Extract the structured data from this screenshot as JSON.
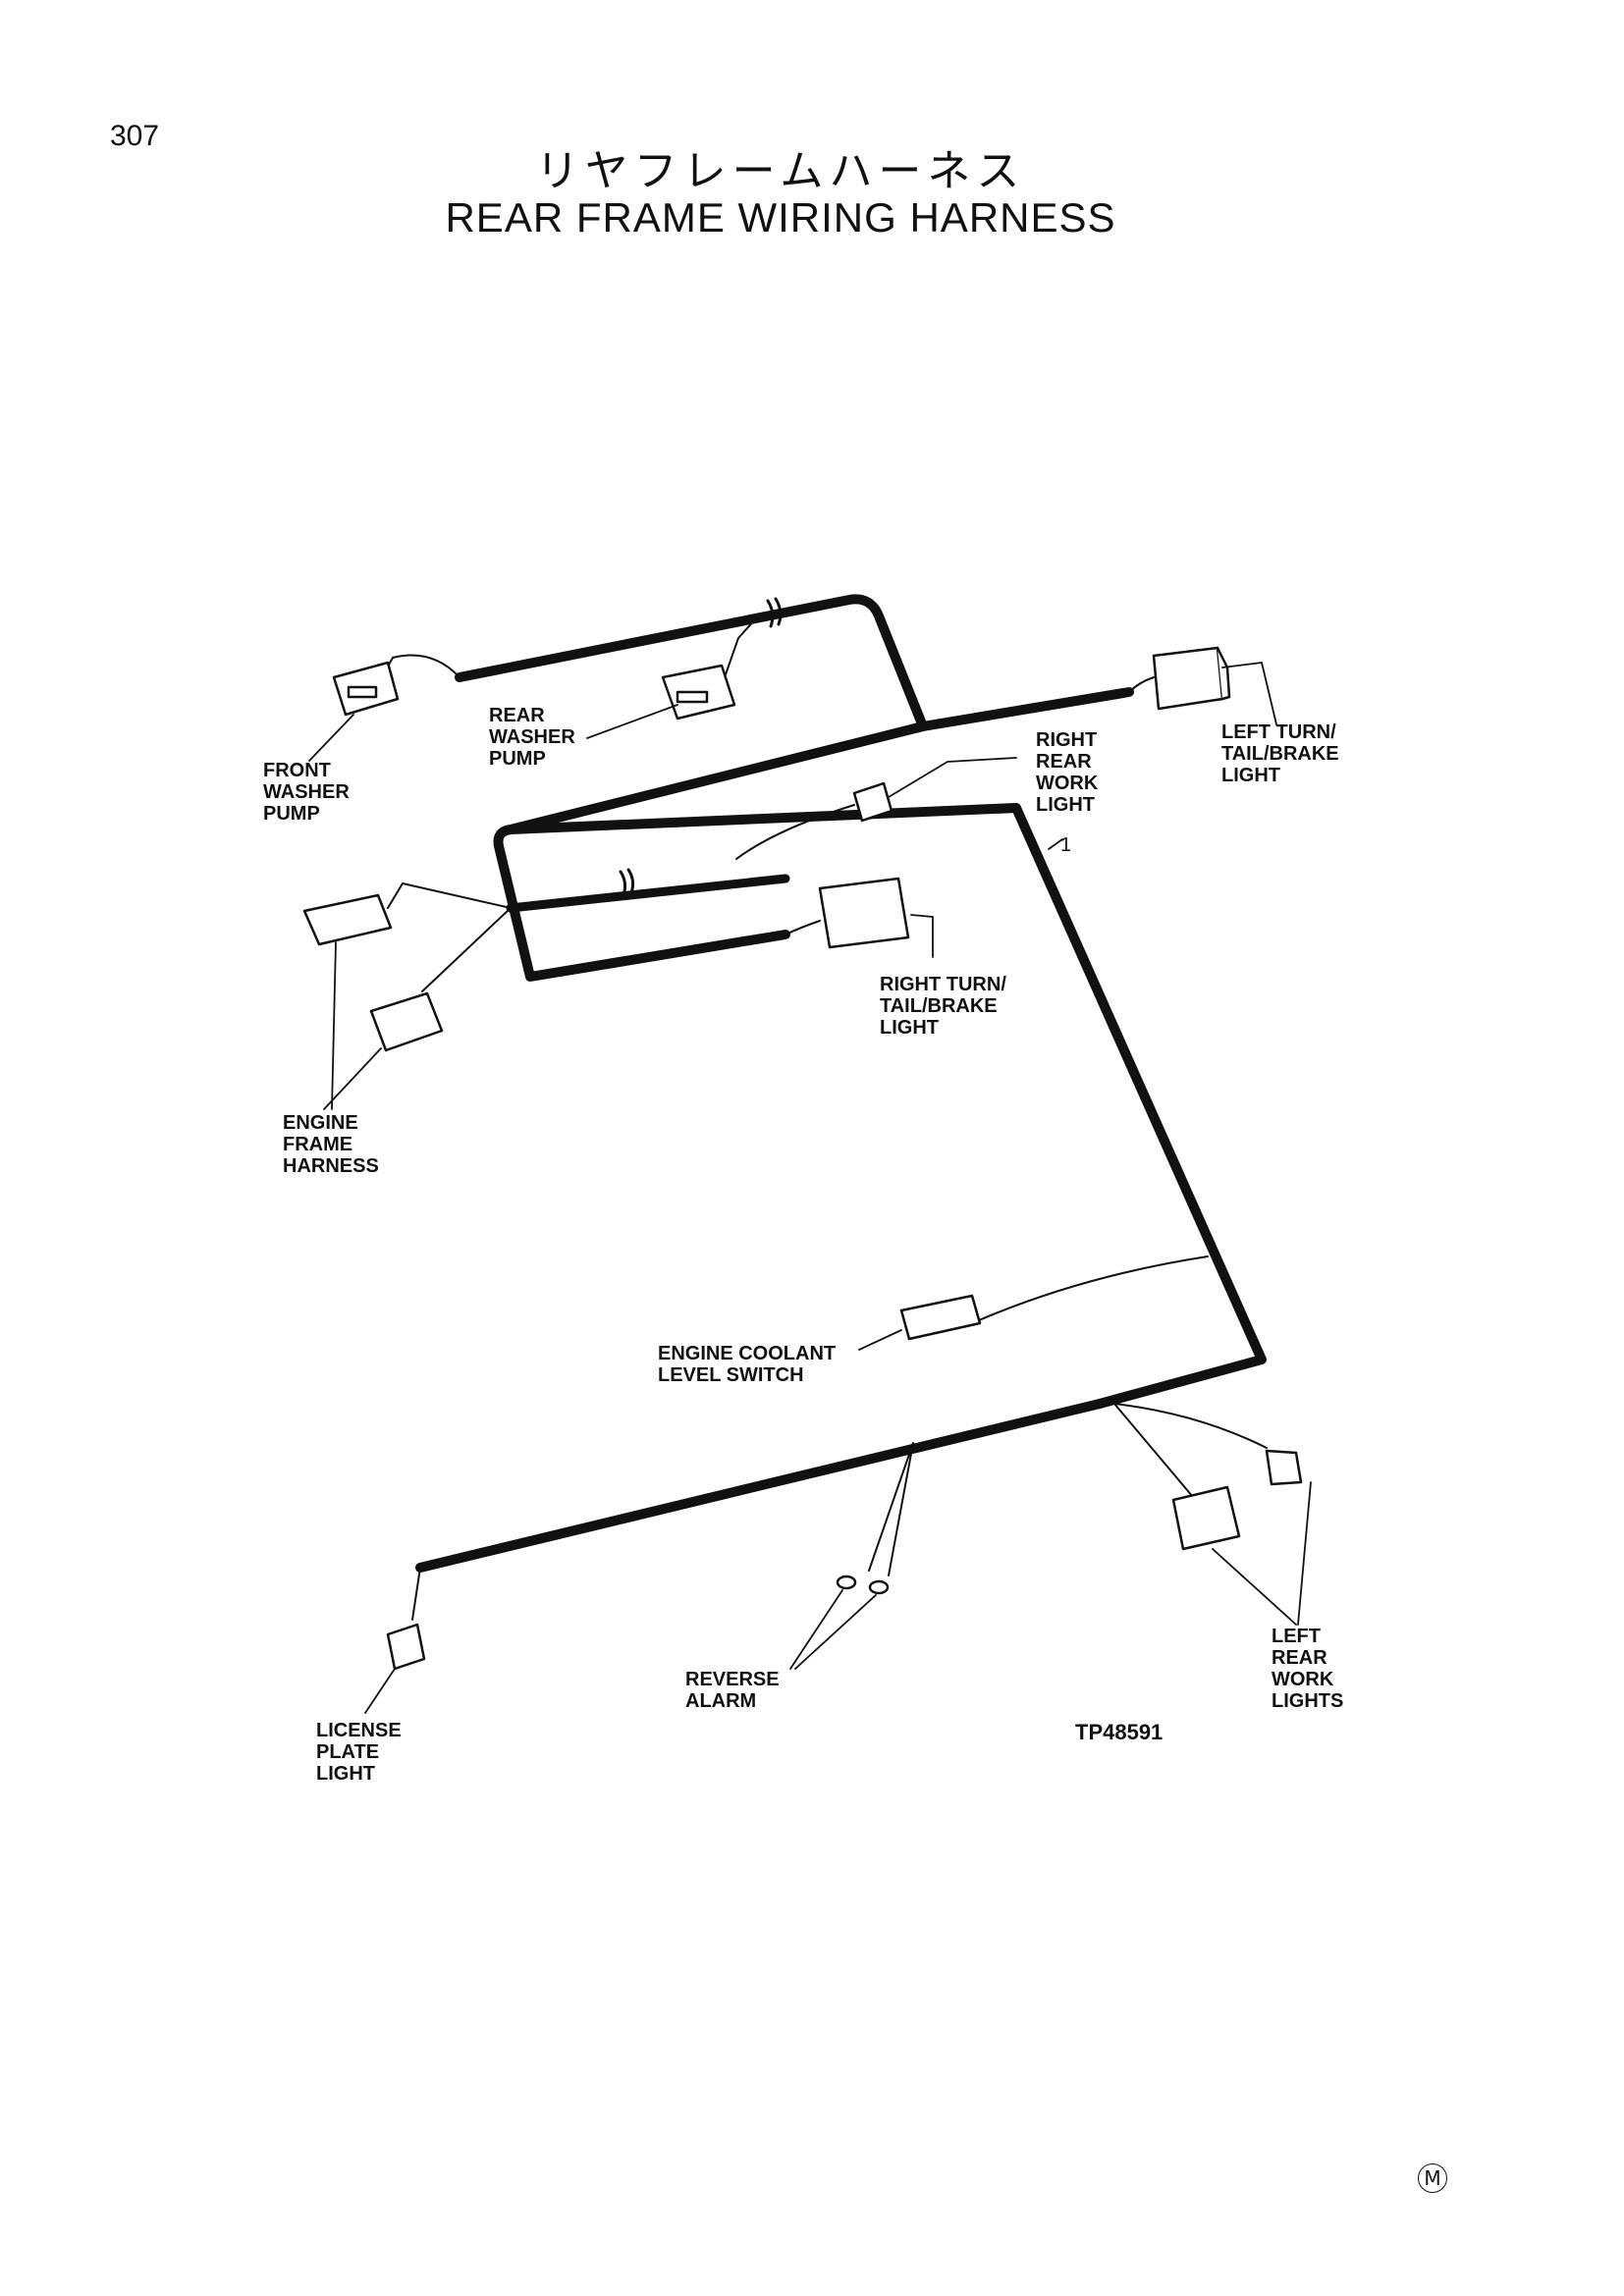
{
  "page": {
    "number": "307"
  },
  "titles": {
    "japanese": "リヤフレームハーネス",
    "english": "REAR FRAME WIRING HARNESS"
  },
  "labels": {
    "front_washer_pump": "FRONT\nWASHER\nPUMP",
    "rear_washer_pump": "REAR\nWASHER\nPUMP",
    "right_rear_work_light": "RIGHT\nREAR\nWORK\nLIGHT",
    "left_turn_tail_brake_light": "LEFT TURN/\nTAIL/BRAKE\nLIGHT",
    "right_turn_tail_brake_light": "RIGHT TURN/\nTAIL/BRAKE\nLIGHT",
    "engine_frame_harness": "ENGINE\nFRAME\nHARNESS",
    "engine_coolant_level_switch": "ENGINE COOLANT\nLEVEL SWITCH",
    "reverse_alarm": "REVERSE\nALARM",
    "license_plate_light": "LICENSE\nPLATE\nLIGHT",
    "left_rear_work_lights": "LEFT\nREAR\nWORK\nLIGHTS"
  },
  "item_number": "1",
  "figure_number": "TP48591",
  "corner_mark": "M"
}
